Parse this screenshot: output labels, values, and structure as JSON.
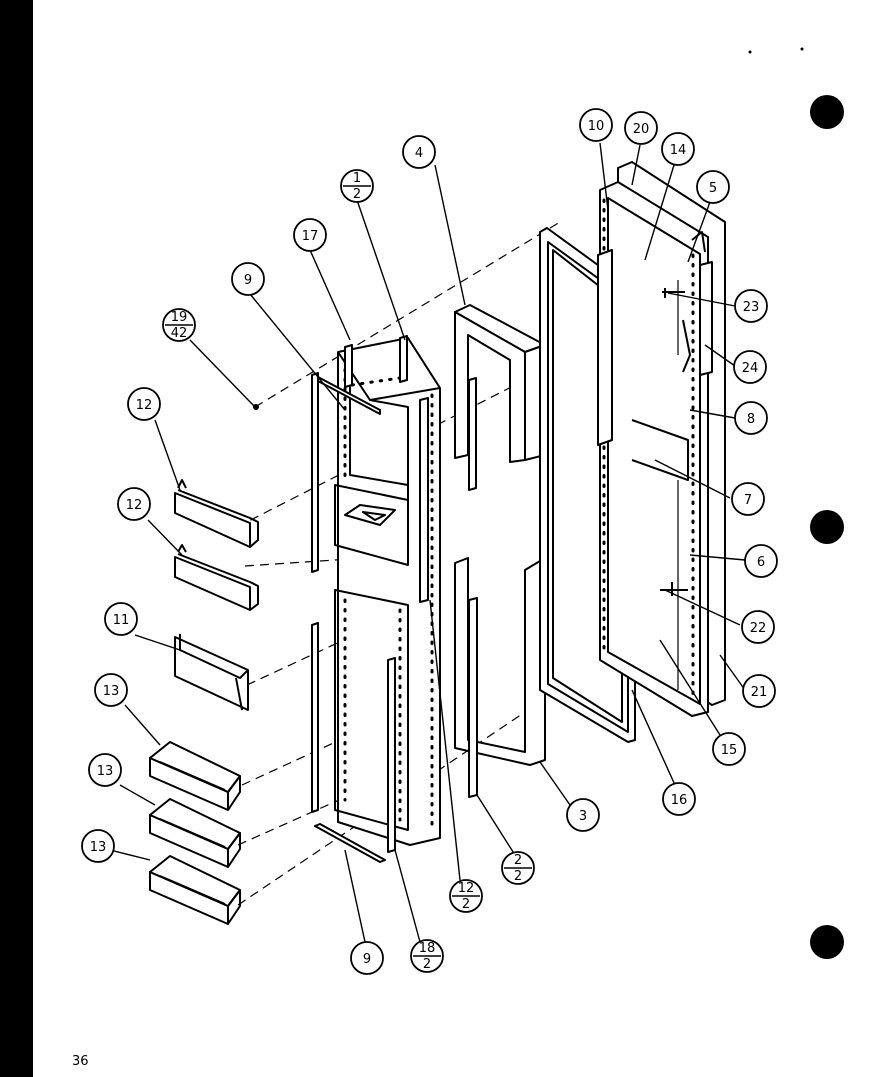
{
  "page": {
    "number": "36"
  },
  "diagram": {
    "callouts": [
      {
        "id": "c-1-2",
        "num": "1",
        "den": "2"
      },
      {
        "id": "c-2-2",
        "num": "2",
        "den": "2"
      },
      {
        "id": "c-3",
        "label": "3"
      },
      {
        "id": "c-4",
        "label": "4"
      },
      {
        "id": "c-5",
        "label": "5"
      },
      {
        "id": "c-6",
        "label": "6"
      },
      {
        "id": "c-7",
        "label": "7"
      },
      {
        "id": "c-8",
        "label": "8"
      },
      {
        "id": "c-9a",
        "label": "9"
      },
      {
        "id": "c-9b",
        "label": "9"
      },
      {
        "id": "c-10",
        "label": "10"
      },
      {
        "id": "c-11",
        "label": "11"
      },
      {
        "id": "c-12a",
        "label": "12"
      },
      {
        "id": "c-12b",
        "label": "12"
      },
      {
        "id": "c-12-2",
        "num": "12",
        "den": "2"
      },
      {
        "id": "c-13a",
        "label": "13"
      },
      {
        "id": "c-13b",
        "label": "13"
      },
      {
        "id": "c-13c",
        "label": "13"
      },
      {
        "id": "c-14",
        "label": "14"
      },
      {
        "id": "c-15",
        "label": "15"
      },
      {
        "id": "c-16",
        "label": "16"
      },
      {
        "id": "c-17",
        "label": "17"
      },
      {
        "id": "c-18-2",
        "num": "18",
        "den": "2"
      },
      {
        "id": "c-19-42",
        "num": "19",
        "den": "42"
      },
      {
        "id": "c-20",
        "label": "20"
      },
      {
        "id": "c-21",
        "label": "21"
      },
      {
        "id": "c-22",
        "label": "22"
      },
      {
        "id": "c-23",
        "label": "23"
      },
      {
        "id": "c-24",
        "label": "24"
      }
    ]
  }
}
